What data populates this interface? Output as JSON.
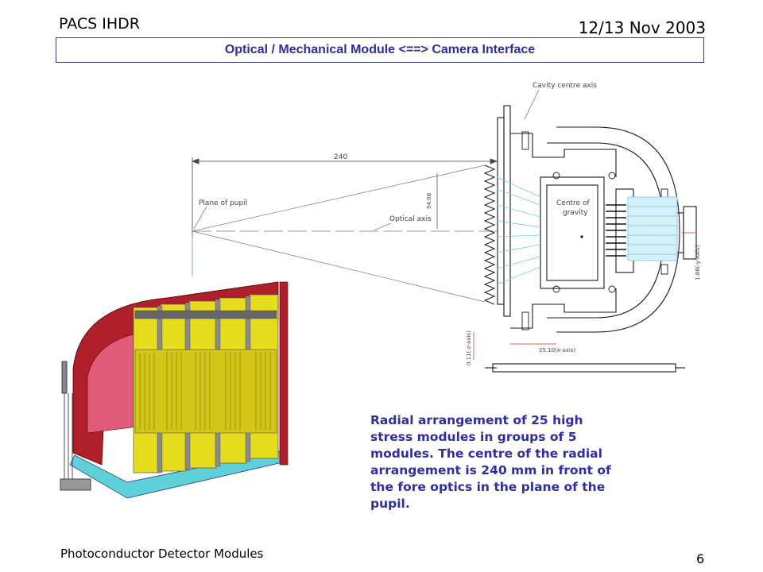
{
  "header": {
    "left": "PACS IHDR",
    "right": "12/13 Nov 2003"
  },
  "title": "Optical / Mechanical Module <==> Camera Interface",
  "caption": "Radial arrangement of 25 high stress modules in groups of 5 modules. The centre of the radial arrangement is 240 mm in front of the fore optics in the plane of the pupil.",
  "footer": {
    "left": "Photoconductor Detector Modules",
    "page_number": "6"
  },
  "drawing_labels": {
    "cavity_axis": "Cavity centre axis",
    "plane_of_pupil": "Plane of pupil",
    "optical_axis": "Optical axis",
    "centre_of_gravity_1": "Centre of",
    "centre_of_gravity_2": "gravity",
    "dim_240": "240",
    "dim_54": "54.08",
    "dim_x": "25.10(x-axis)",
    "dim_z": "0.11(-z-axis)",
    "dim_y": "1.88(-y-Axis)"
  },
  "colors": {
    "title_blue": "#2e2e9e",
    "drawing_line": "#1a1a1a",
    "optics_cyan": "#6fc9e3",
    "module_yellow": "#e6dc1e",
    "module_red": "#b0202a",
    "module_cyan": "#5fd0d8"
  }
}
